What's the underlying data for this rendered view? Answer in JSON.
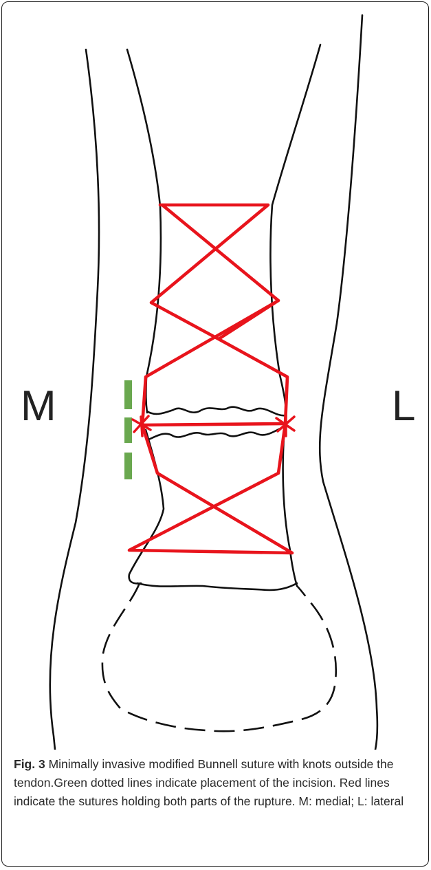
{
  "figure": {
    "fig_label": "Fig. 3",
    "caption_text": " Minimally invasive modified Bunnell suture with knots outside the tendon.Green dotted lines indicate placement of the incision. Red lines indicate the sutures holding both parts of the rupture. M: medial; L: lateral"
  },
  "labels": {
    "medial": "M",
    "lateral": "L"
  },
  "colors": {
    "outline": "#111111",
    "suture": "#e8141c",
    "incision": "#6aa84f"
  }
}
